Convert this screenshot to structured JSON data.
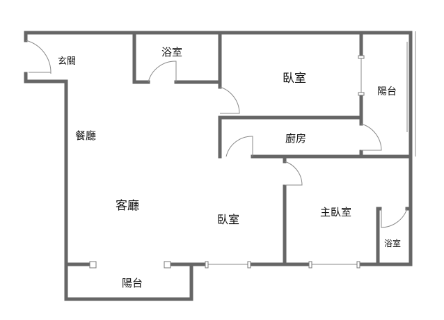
{
  "rooms": {
    "entrance": "玄關",
    "bath1": "浴室",
    "bedroom1": "臥室",
    "balcony1": "陽台",
    "dining": "餐廳",
    "kitchen": "廚房",
    "living": "客廳",
    "bedroom2": "臥室",
    "master": "主臥室",
    "bath2": "浴室",
    "balcony2": "陽台"
  }
}
